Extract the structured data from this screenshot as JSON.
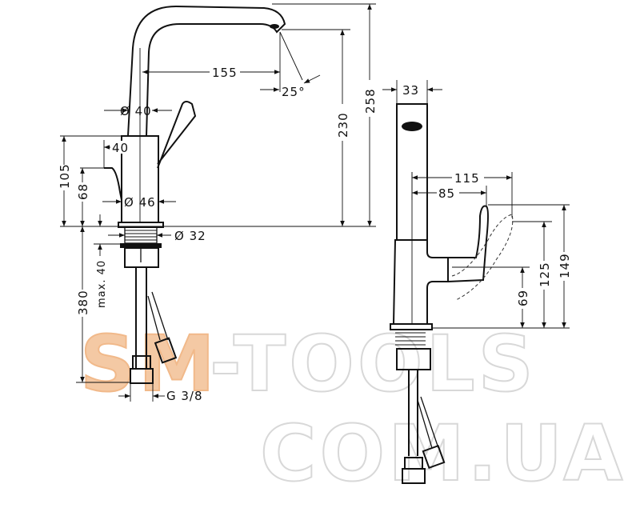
{
  "drawing": {
    "front_view": {
      "spout_reach": "155",
      "spout_angle": "25°",
      "height_spout_outlet": "230",
      "total_height": "258",
      "spout_diameter": "Ø 40",
      "lever_offset": "40",
      "body_height": "105",
      "lever_height": "68",
      "body_diameter": "Ø 46",
      "shank_diameter": "Ø 32",
      "max_counter_thickness": "max. 40",
      "hose_length": "380",
      "connection_thread": "G 3/8"
    },
    "side_view": {
      "spout_width": "33",
      "lever_reach_open": "115",
      "lever_reach": "85",
      "lever_top_height": "149",
      "lever_open_height": "125",
      "lever_pivot_height": "69"
    }
  },
  "watermark": {
    "line1_accent": "SM",
    "line1_rest": "-TOOLS",
    "line2": "COM.UA"
  }
}
